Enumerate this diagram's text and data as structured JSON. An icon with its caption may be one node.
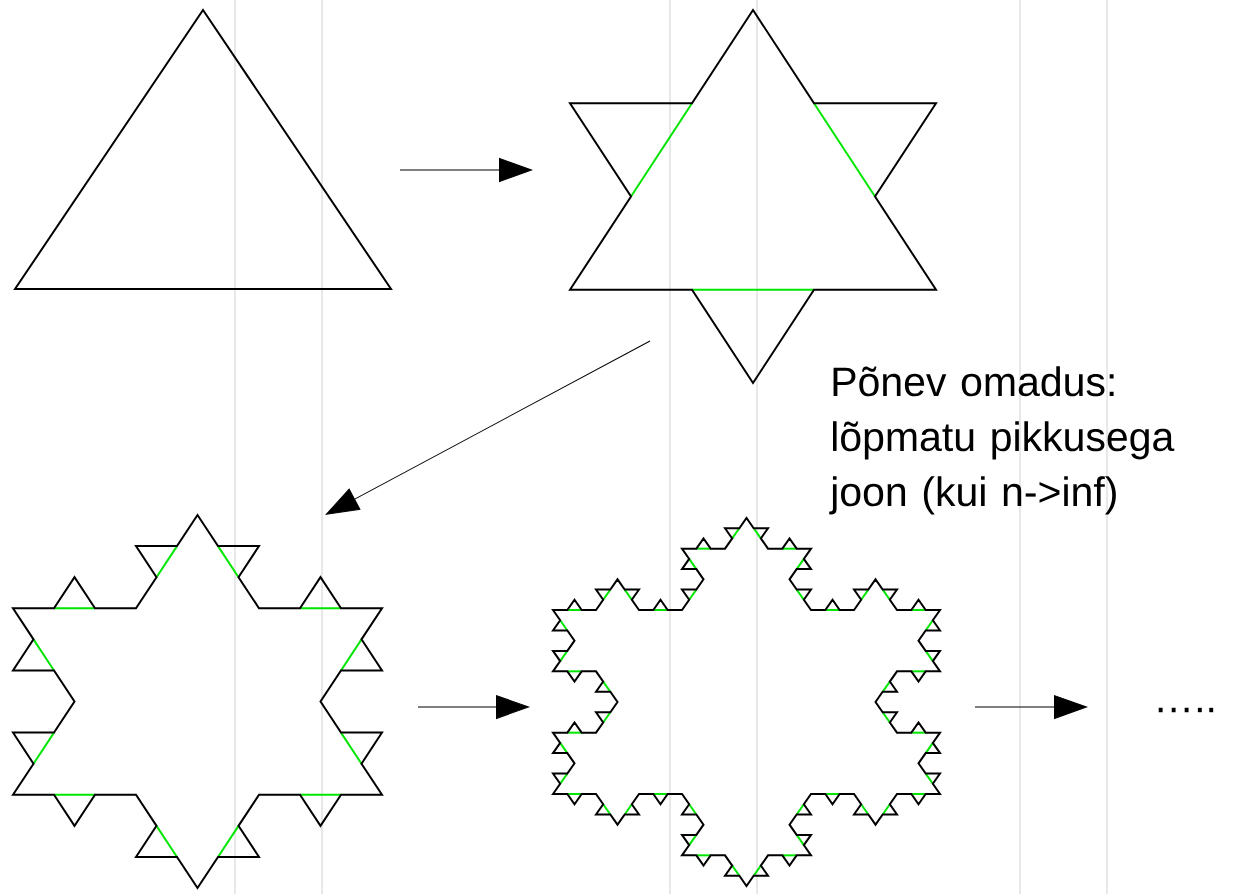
{
  "diagram": {
    "nodes": [
      {
        "text": [],
        "shape": "triangle"
      },
      {
        "text": [],
        "shape": "star"
      },
      {
        "text": [],
        "shape": "snowflake"
      },
      {
        "text": [],
        "shape": "snowflake"
      },
      {
        "text": [
          "….."
        ]
      }
    ],
    "edges": [
      {
        "from": 0,
        "to": 1,
        "arrow": "to"
      },
      {
        "from": 1,
        "to": 2,
        "arrow": "to"
      },
      {
        "from": 2,
        "to": 3,
        "arrow": "to"
      },
      {
        "from": 3,
        "to": 4,
        "arrow": "to"
      }
    ],
    "labels": [
      "Põnev omadus: lõpmatu pikkusega joon (kui n->inf)"
    ]
  }
}
